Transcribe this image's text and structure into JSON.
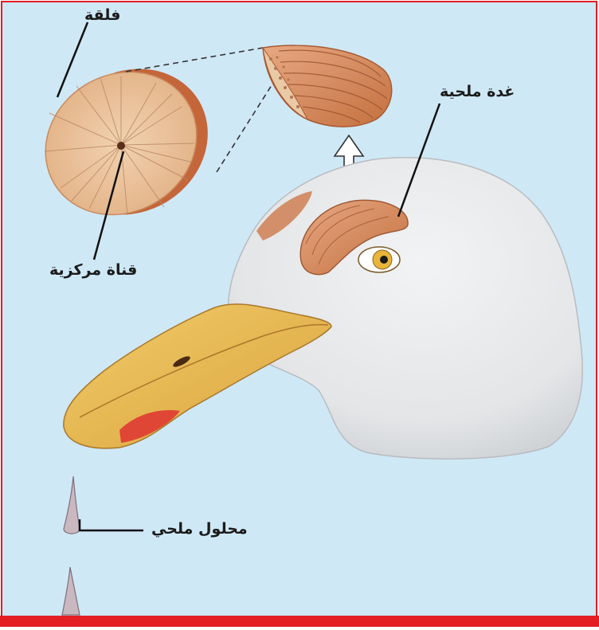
{
  "labels": {
    "disc": "فلقة",
    "central_duct": "قناة مركزية",
    "salt_gland": "غدة ملحية",
    "salt_solution": "محلول ملحي"
  },
  "colors": {
    "background": "#cfe8f6",
    "frame_red": "#e31e24",
    "gland": "#cf7f52",
    "gland_light": "#e3a47c",
    "disc_face": "#ecc39c",
    "head": "#e6e8ea",
    "beak": "#e6b64c",
    "beak_tip_red": "#df3a32",
    "eye": "#e8b53a"
  }
}
